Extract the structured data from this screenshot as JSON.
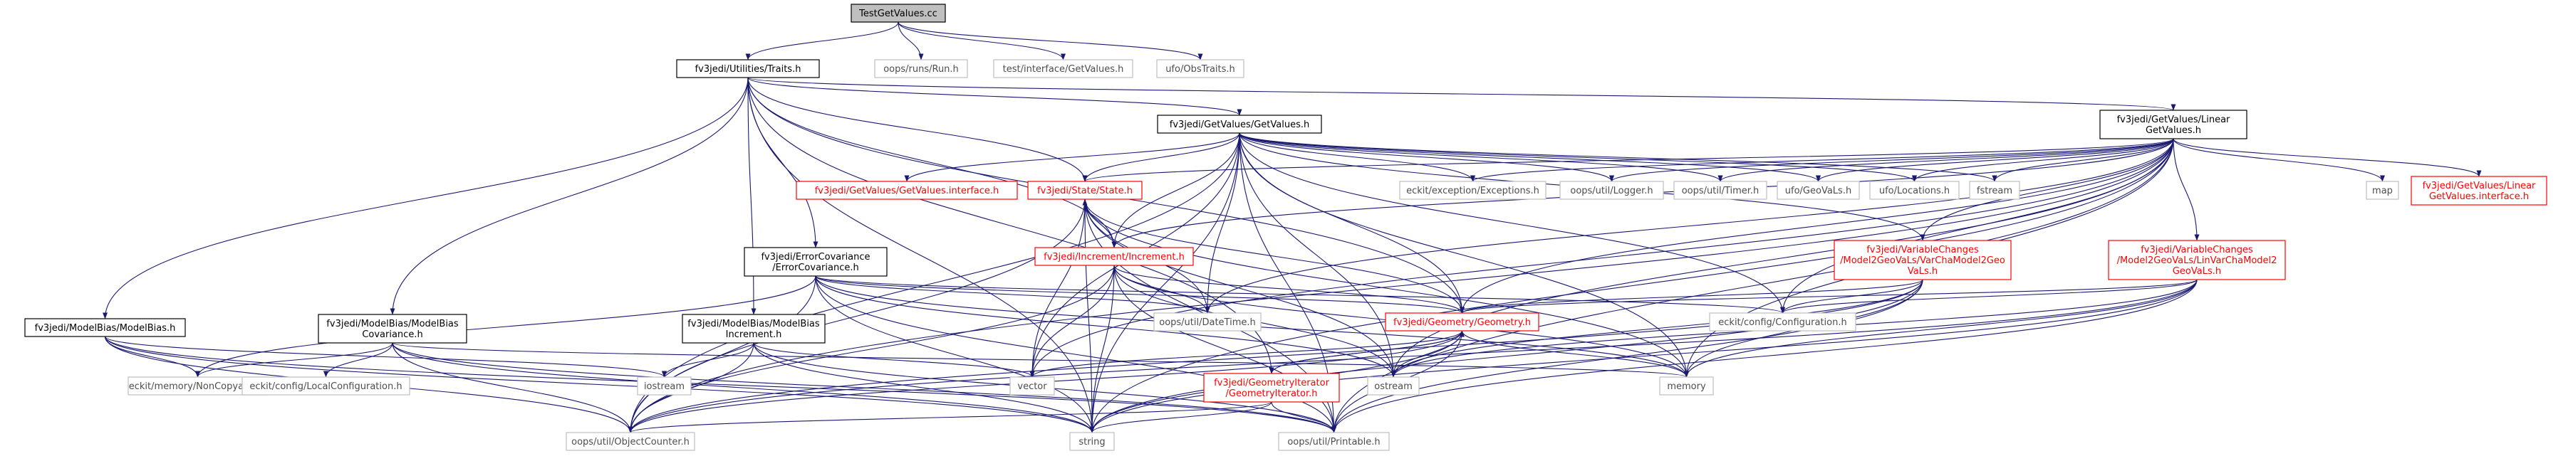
{
  "colors": {
    "edge": "#191970",
    "root_fill": "#bfbfbf",
    "border_black": "#000000",
    "border_gray": "#bfbfbf",
    "border_red": "#ff0000",
    "text_black": "#000000",
    "text_gray": "#4d4d4d",
    "text_red": "#ff0000",
    "background": "#ffffff"
  },
  "nodes": [
    {
      "id": "root",
      "lines": [
        "TestGetValues.cc"
      ],
      "style": "root"
    },
    {
      "id": "traits",
      "lines": [
        "fv3jedi/Utilities/Traits.h"
      ],
      "style": "black"
    },
    {
      "id": "run",
      "lines": [
        "oops/runs/Run.h"
      ],
      "style": "gray"
    },
    {
      "id": "tgv",
      "lines": [
        "test/interface/GetValues.h"
      ],
      "style": "gray"
    },
    {
      "id": "obstraits",
      "lines": [
        "ufo/ObsTraits.h"
      ],
      "style": "gray"
    },
    {
      "id": "getvalues",
      "lines": [
        "fv3jedi/GetValues/GetValues.h"
      ],
      "style": "black"
    },
    {
      "id": "lineargv",
      "lines": [
        "fv3jedi/GetValues/Linear",
        "GetValues.h"
      ],
      "style": "black"
    },
    {
      "id": "gvinterface",
      "lines": [
        "fv3jedi/GetValues/GetValues.interface.h"
      ],
      "style": "red"
    },
    {
      "id": "state",
      "lines": [
        "fv3jedi/State/State.h"
      ],
      "style": "red"
    },
    {
      "id": "exceptions",
      "lines": [
        "eckit/exception/Exceptions.h"
      ],
      "style": "gray"
    },
    {
      "id": "logger",
      "lines": [
        "oops/util/Logger.h"
      ],
      "style": "gray"
    },
    {
      "id": "timer",
      "lines": [
        "oops/util/Timer.h"
      ],
      "style": "gray"
    },
    {
      "id": "geovals",
      "lines": [
        "ufo/GeoVaLs.h"
      ],
      "style": "gray"
    },
    {
      "id": "locations",
      "lines": [
        "ufo/Locations.h"
      ],
      "style": "gray"
    },
    {
      "id": "fstream",
      "lines": [
        "fstream"
      ],
      "style": "gray"
    },
    {
      "id": "map",
      "lines": [
        "map"
      ],
      "style": "gray"
    },
    {
      "id": "lgvinterface",
      "lines": [
        "fv3jedi/GetValues/Linear",
        "GetValues.interface.h"
      ],
      "style": "red"
    },
    {
      "id": "varchamodel",
      "lines": [
        "fv3jedi/VariableChanges",
        "/Model2GeoVaLs/VarChaModel2Geo",
        "VaLs.h"
      ],
      "style": "red"
    },
    {
      "id": "linvarcha",
      "lines": [
        "fv3jedi/VariableChanges",
        "/Model2GeoVaLs/LinVarChaModel2",
        "GeoVaLs.h"
      ],
      "style": "red"
    },
    {
      "id": "errorcov",
      "lines": [
        "fv3jedi/ErrorCovariance",
        "/ErrorCovariance.h"
      ],
      "style": "black"
    },
    {
      "id": "increment",
      "lines": [
        "fv3jedi/Increment/Increment.h"
      ],
      "style": "red"
    },
    {
      "id": "geometry",
      "lines": [
        "fv3jedi/Geometry/Geometry.h"
      ],
      "style": "red"
    },
    {
      "id": "configuration",
      "lines": [
        "eckit/config/Configuration.h"
      ],
      "style": "gray"
    },
    {
      "id": "modelbias",
      "lines": [
        "fv3jedi/ModelBias/ModelBias.h"
      ],
      "style": "black"
    },
    {
      "id": "mbcov",
      "lines": [
        "fv3jedi/ModelBias/ModelBias",
        "Covariance.h"
      ],
      "style": "black"
    },
    {
      "id": "mbinc",
      "lines": [
        "fv3jedi/ModelBias/ModelBias",
        "Increment.h"
      ],
      "style": "black"
    },
    {
      "id": "datetime",
      "lines": [
        "oops/util/DateTime.h"
      ],
      "style": "gray"
    },
    {
      "id": "noncopyable",
      "lines": [
        "eckit/memory/NonCopyable.h"
      ],
      "style": "gray"
    },
    {
      "id": "localconfig",
      "lines": [
        "eckit/config/LocalConfiguration.h"
      ],
      "style": "gray"
    },
    {
      "id": "iostream",
      "lines": [
        "iostream"
      ],
      "style": "gray"
    },
    {
      "id": "vector",
      "lines": [
        "vector"
      ],
      "style": "gray"
    },
    {
      "id": "ostream",
      "lines": [
        "ostream"
      ],
      "style": "gray"
    },
    {
      "id": "memory",
      "lines": [
        "memory"
      ],
      "style": "gray"
    },
    {
      "id": "geoiter",
      "lines": [
        "fv3jedi/GeometryIterator",
        "/GeometryIterator.h"
      ],
      "style": "red"
    },
    {
      "id": "objectcounter",
      "lines": [
        "oops/util/ObjectCounter.h"
      ],
      "style": "gray"
    },
    {
      "id": "string",
      "lines": [
        "string"
      ],
      "style": "gray"
    },
    {
      "id": "printable",
      "lines": [
        "oops/util/Printable.h"
      ],
      "style": "gray"
    }
  ],
  "edges": [
    [
      "root",
      "traits"
    ],
    [
      "root",
      "run"
    ],
    [
      "root",
      "tgv"
    ],
    [
      "root",
      "obstraits"
    ],
    [
      "traits",
      "getvalues"
    ],
    [
      "traits",
      "lineargv"
    ],
    [
      "traits",
      "state"
    ],
    [
      "traits",
      "errorcov"
    ],
    [
      "traits",
      "increment"
    ],
    [
      "traits",
      "geometry"
    ],
    [
      "traits",
      "modelbias"
    ],
    [
      "traits",
      "mbcov"
    ],
    [
      "traits",
      "mbinc"
    ],
    [
      "traits",
      "geoiter"
    ],
    [
      "traits",
      "string"
    ],
    [
      "getvalues",
      "gvinterface"
    ],
    [
      "getvalues",
      "state"
    ],
    [
      "getvalues",
      "exceptions"
    ],
    [
      "getvalues",
      "logger"
    ],
    [
      "getvalues",
      "timer"
    ],
    [
      "getvalues",
      "geovals"
    ],
    [
      "getvalues",
      "locations"
    ],
    [
      "getvalues",
      "fstream"
    ],
    [
      "getvalues",
      "varchamodel"
    ],
    [
      "getvalues",
      "increment"
    ],
    [
      "getvalues",
      "geometry"
    ],
    [
      "getvalues",
      "datetime"
    ],
    [
      "getvalues",
      "configuration"
    ],
    [
      "getvalues",
      "ostream"
    ],
    [
      "getvalues",
      "memory"
    ],
    [
      "getvalues",
      "vector"
    ],
    [
      "getvalues",
      "string"
    ],
    [
      "getvalues",
      "objectcounter"
    ],
    [
      "getvalues",
      "printable"
    ],
    [
      "lineargv",
      "state"
    ],
    [
      "lineargv",
      "exceptions"
    ],
    [
      "lineargv",
      "logger"
    ],
    [
      "lineargv",
      "timer"
    ],
    [
      "lineargv",
      "geovals"
    ],
    [
      "lineargv",
      "locations"
    ],
    [
      "lineargv",
      "fstream"
    ],
    [
      "lineargv",
      "map"
    ],
    [
      "lineargv",
      "lgvinterface"
    ],
    [
      "lineargv",
      "varchamodel"
    ],
    [
      "lineargv",
      "linvarcha"
    ],
    [
      "lineargv",
      "increment"
    ],
    [
      "lineargv",
      "geometry"
    ],
    [
      "lineargv",
      "datetime"
    ],
    [
      "lineargv",
      "configuration"
    ],
    [
      "lineargv",
      "ostream"
    ],
    [
      "lineargv",
      "memory"
    ],
    [
      "lineargv",
      "vector"
    ],
    [
      "lineargv",
      "string"
    ],
    [
      "lineargv",
      "objectcounter"
    ],
    [
      "lineargv",
      "printable"
    ],
    [
      "state",
      "increment"
    ],
    [
      "state",
      "geometry"
    ],
    [
      "state",
      "datetime"
    ],
    [
      "state",
      "ostream"
    ],
    [
      "state",
      "memory"
    ],
    [
      "state",
      "vector"
    ],
    [
      "state",
      "string"
    ],
    [
      "state",
      "objectcounter"
    ],
    [
      "state",
      "printable"
    ],
    [
      "increment",
      "state"
    ],
    [
      "increment",
      "geometry"
    ],
    [
      "increment",
      "datetime"
    ],
    [
      "increment",
      "ostream"
    ],
    [
      "increment",
      "memory"
    ],
    [
      "increment",
      "vector"
    ],
    [
      "increment",
      "string"
    ],
    [
      "increment",
      "objectcounter"
    ],
    [
      "increment",
      "printable"
    ],
    [
      "errorcov",
      "geometry"
    ],
    [
      "errorcov",
      "datetime"
    ],
    [
      "errorcov",
      "configuration"
    ],
    [
      "errorcov",
      "noncopyable"
    ],
    [
      "errorcov",
      "memory"
    ],
    [
      "errorcov",
      "ostream"
    ],
    [
      "errorcov",
      "string"
    ],
    [
      "errorcov",
      "objectcounter"
    ],
    [
      "errorcov",
      "printable"
    ],
    [
      "varchamodel",
      "geometry"
    ],
    [
      "varchamodel",
      "configuration"
    ],
    [
      "varchamodel",
      "ostream"
    ],
    [
      "varchamodel",
      "memory"
    ],
    [
      "varchamodel",
      "string"
    ],
    [
      "varchamodel",
      "objectcounter"
    ],
    [
      "varchamodel",
      "printable"
    ],
    [
      "linvarcha",
      "geometry"
    ],
    [
      "linvarcha",
      "configuration"
    ],
    [
      "linvarcha",
      "ostream"
    ],
    [
      "linvarcha",
      "memory"
    ],
    [
      "linvarcha",
      "string"
    ],
    [
      "linvarcha",
      "objectcounter"
    ],
    [
      "linvarcha",
      "printable"
    ],
    [
      "geometry",
      "geoiter"
    ],
    [
      "geometry",
      "vector"
    ],
    [
      "geometry",
      "ostream"
    ],
    [
      "geometry",
      "memory"
    ],
    [
      "geometry",
      "string"
    ],
    [
      "geometry",
      "objectcounter"
    ],
    [
      "geometry",
      "printable"
    ],
    [
      "geoiter",
      "geometry"
    ],
    [
      "geoiter",
      "string"
    ],
    [
      "geoiter",
      "objectcounter"
    ],
    [
      "geoiter",
      "printable"
    ],
    [
      "modelbias",
      "noncopyable"
    ],
    [
      "modelbias",
      "iostream"
    ],
    [
      "modelbias",
      "string"
    ],
    [
      "modelbias",
      "objectcounter"
    ],
    [
      "modelbias",
      "printable"
    ],
    [
      "mbcov",
      "noncopyable"
    ],
    [
      "mbcov",
      "localconfig"
    ],
    [
      "mbcov",
      "memory"
    ],
    [
      "mbcov",
      "string"
    ],
    [
      "mbcov",
      "objectcounter"
    ],
    [
      "mbcov",
      "printable"
    ],
    [
      "mbinc",
      "iostream"
    ],
    [
      "mbinc",
      "vector"
    ],
    [
      "mbinc",
      "string"
    ],
    [
      "mbinc",
      "objectcounter"
    ],
    [
      "mbinc",
      "printable"
    ]
  ]
}
